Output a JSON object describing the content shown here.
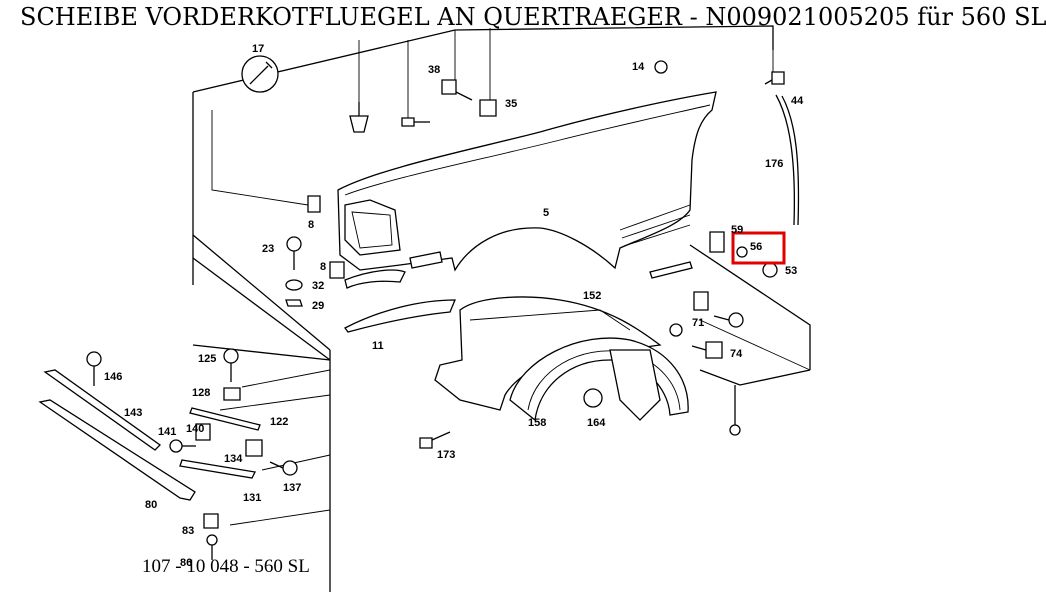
{
  "title": "SCHEIBE VORDERKOTFLUEGEL AN QUERTRAEGER - N009021005205 für 560 SL",
  "footer": "107 - 10 048 - 560 SL",
  "highlight_color": "#e00000",
  "highlighted_part": "56",
  "parts": {
    "p5": "5",
    "p8a": "8",
    "p8b": "8",
    "p11": "11",
    "p14": "14",
    "p17": "17",
    "p23": "23",
    "p29": "29",
    "p32": "32",
    "p35": "35",
    "p38": "38",
    "p44": "44",
    "p53": "53",
    "p56": "56",
    "p59": "59",
    "p71": "71",
    "p74": "74",
    "p80": "80",
    "p83": "83",
    "p86": "86",
    "p122": "122",
    "p125": "125",
    "p128": "128",
    "p131": "131",
    "p134": "134",
    "p137": "137",
    "p140": "140",
    "p141": "141",
    "p143": "143",
    "p146": "146",
    "p152": "152",
    "p158": "158",
    "p164": "164",
    "p173": "173",
    "p176": "176"
  }
}
